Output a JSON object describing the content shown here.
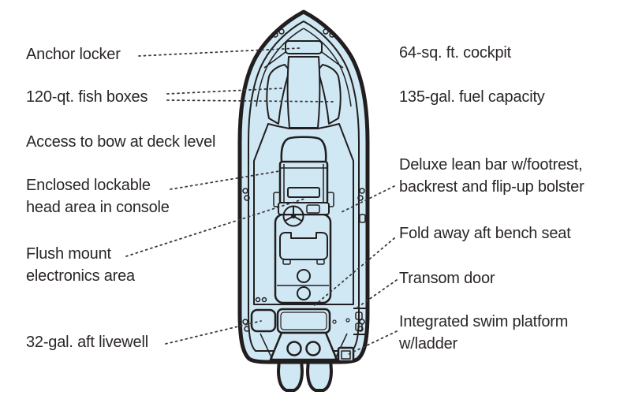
{
  "colors": {
    "hull_fill": "#d0e8f4",
    "outline": "#221e1f",
    "label_text": "#2b2627",
    "leader": "#3a3a3a"
  },
  "labels": {
    "left": [
      {
        "id": "anchor-locker",
        "text": "Anchor locker"
      },
      {
        "id": "fish-boxes",
        "text": "120-qt. fish boxes"
      },
      {
        "id": "bow-access",
        "text": "Access to bow at deck level"
      },
      {
        "id": "head-area",
        "text": "Enclosed lockable\nhead area in console"
      },
      {
        "id": "electronics",
        "text": "Flush mount\nelectronics area"
      },
      {
        "id": "aft-livewell",
        "text": "32-gal. aft livewell"
      }
    ],
    "right": [
      {
        "id": "cockpit",
        "text": "64-sq. ft. cockpit"
      },
      {
        "id": "fuel-capacity",
        "text": "135-gal. fuel capacity"
      },
      {
        "id": "lean-bar",
        "text": "Deluxe lean bar w/footrest,\nbackrest and flip-up bolster"
      },
      {
        "id": "aft-bench",
        "text": "Fold away aft bench seat"
      },
      {
        "id": "transom-door",
        "text": "Transom door"
      },
      {
        "id": "swim-platform",
        "text": "Integrated swim platform\nw/ladder"
      }
    ]
  }
}
